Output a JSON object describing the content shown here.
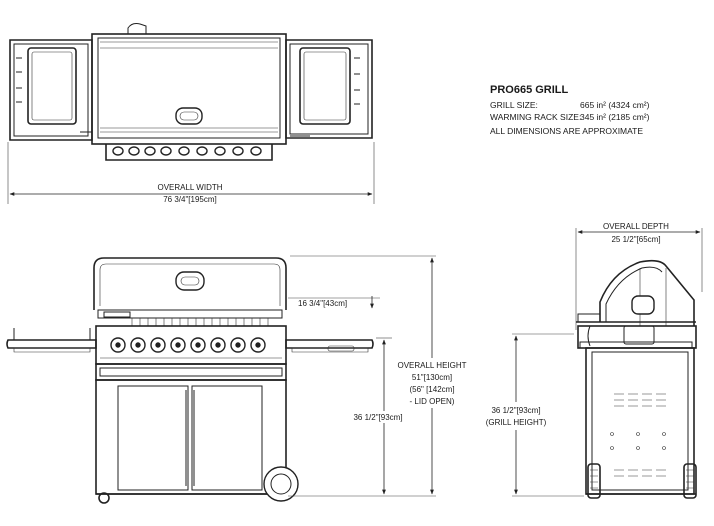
{
  "specs": {
    "title": "PRO665 GRILL",
    "grill_size_label": "GRILL SIZE:",
    "grill_size_value": "665 in² (4324 cm²)",
    "warming_rack_label": "WARMING RACK SIZE:",
    "warming_rack_value": "345 in² (2185 cm²)",
    "note": "ALL DIMENSIONS ARE APPROXIMATE"
  },
  "dimensions": {
    "overall_width_label": "OVERALL WIDTH",
    "overall_width_value": "76 3/4\"[195cm]",
    "side_shelf_height": "16 3/4\"[43cm]",
    "overall_height_label": "OVERALL HEIGHT",
    "overall_height_value": "51\"[130cm]",
    "lid_open_line1": "(56\" [142cm]",
    "lid_open_line2": "- LID OPEN)",
    "grill_height_front": "36 1/2\"[93cm]",
    "overall_depth_label": "OVERALL DEPTH",
    "overall_depth_value": "25 1/2\"[65cm]",
    "grill_height_side_value": "36 1/2\"[93cm]",
    "grill_height_side_label": "(GRILL HEIGHT)"
  },
  "colors": {
    "line": "#222222",
    "background": "#ffffff"
  }
}
